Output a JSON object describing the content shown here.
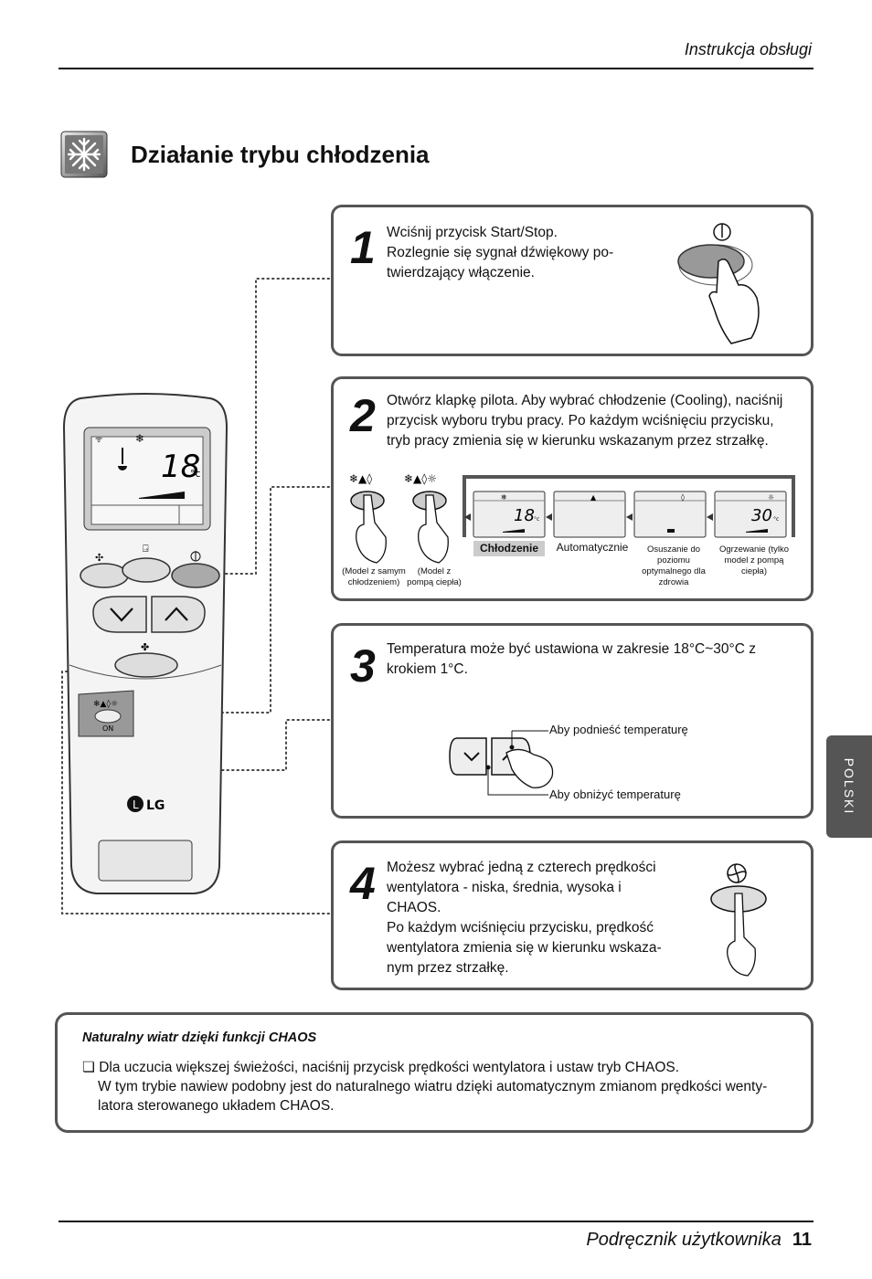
{
  "header": {
    "title": "Instrukcja obsługi"
  },
  "section": {
    "title": "Działanie trybu chłodzenia",
    "icon": "snowflake-icon"
  },
  "steps": [
    {
      "number": "1",
      "text": [
        "Wciśnij przycisk Start/Stop.",
        "Rozlegnie się sygnał dźwiękowy po-",
        "twierdzający włączenie."
      ]
    },
    {
      "number": "2",
      "text": [
        "Otwórz klapkę pilota. Aby wybrać chłodzenie (Cooling), naciśnij",
        "przycisk wyboru trybu pracy. Po każdym wciśnięciu przycisku,",
        "tryb pracy zmienia się w kierunku wskazanym przez strzałkę."
      ],
      "models": [
        {
          "line1": "(Model z samym",
          "line2": "chłodzeniem)"
        },
        {
          "line1": "(Model z",
          "line2": "pompą ciepła)"
        }
      ],
      "modes": [
        {
          "label": "Chłodzenie",
          "lines": [
            "Chłodzenie"
          ],
          "display": "18",
          "unit": "°c"
        },
        {
          "label": "Automatycznie",
          "lines": [
            "Automatycznie"
          ]
        },
        {
          "label": "Osuszanie do poziomu optymalnego dla zdrowia",
          "lines": [
            "Osuszanie do",
            "poziomu",
            "optymalnego dla",
            "zdrowia"
          ]
        },
        {
          "label": "Ogrzewanie (tylko model z pompą ciepła)",
          "lines": [
            "Ogrzewanie (tylko",
            "model z pompą",
            "ciepła)"
          ],
          "display": "30",
          "unit": "°c"
        }
      ]
    },
    {
      "number": "3",
      "text": [
        "Temperatura może być ustawiona w zakresie 18°C~30°C z",
        "krokiem 1°C."
      ],
      "raise_label": "Aby podnieść temperaturę",
      "lower_label": "Aby obniżyć temperaturę"
    },
    {
      "number": "4",
      "text": [
        "Możesz wybrać jedną z czterech prędkości",
        "wentylatora - niska, średnia, wysoka i",
        "CHAOS.",
        "Po każdym wciśnięciu przycisku, prędkość",
        "wentylatora zmienia się w kierunku wskaza-",
        "nym przez strzałkę."
      ]
    }
  ],
  "remote": {
    "display_temp": "18",
    "display_unit": "°c",
    "brand": "LG",
    "on_label": "ON"
  },
  "side_tab": "POLSKI",
  "note": {
    "title": "Naturalny wiatr dzięki funkcji CHAOS",
    "bullet": "❏",
    "lines": [
      "Dla uczucia większej świeżości, naciśnij przycisk prędkości wentylatora i ustaw tryb CHAOS.",
      "W tym trybie nawiew podobny jest do naturalnego wiatru dzięki automatycznym zmianom prędkości wenty-",
      "latora sterowanego układem CHAOS."
    ]
  },
  "footer": {
    "title": "Podręcznik użytkownika",
    "page": "11"
  }
}
